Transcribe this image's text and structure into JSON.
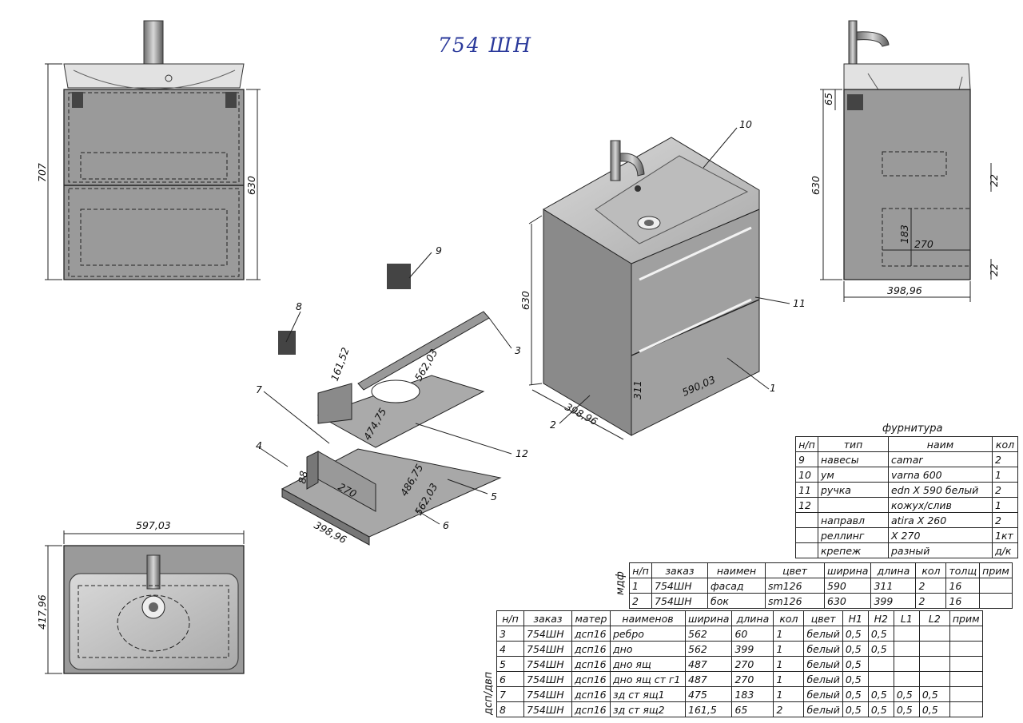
{
  "title": "754 ШН",
  "dimensions": {
    "front_height_total": "707",
    "front_height_body": "630",
    "side_height": "630",
    "side_hinge_offset": "65",
    "side_gap_top": "22",
    "side_gap_bottom": "22",
    "side_drawer_height": "183",
    "side_drawer_depth": "270",
    "side_width": "398,96",
    "iso_height": "630",
    "iso_drawer_height": "311",
    "iso_width": "590,03",
    "iso_depth": "398,96",
    "exp_rib": "562,03",
    "exp_drawer_back": "161,52",
    "exp_drawer_bottom": "474,75",
    "exp_front_wall": "486,75",
    "exp_drawer_depth": "270",
    "exp_small": "88",
    "exp_bottom_width": "562,03",
    "exp_bottom_depth": "398,96",
    "top_width": "597,03",
    "top_depth": "417,96"
  },
  "callouts": [
    "1",
    "2",
    "3",
    "4",
    "6",
    "7",
    "8",
    "9",
    "10",
    "11",
    "12",
    "5"
  ],
  "hardware_table": {
    "caption": "фурнитура",
    "headers": [
      "н/п",
      "тип",
      "наим",
      "кол"
    ],
    "rows": [
      [
        "9",
        "навесы",
        "camar",
        "2"
      ],
      [
        "10",
        "ум",
        "varna 600",
        "1"
      ],
      [
        "11",
        "ручка",
        "edn X 590 белый",
        "2"
      ],
      [
        "12",
        "",
        "кожух/слив",
        "1"
      ],
      [
        "",
        "направл",
        "atira X 260",
        "2"
      ],
      [
        "",
        "реллинг",
        "X 270",
        "1кт"
      ],
      [
        "",
        "крепеж",
        "разный",
        "д/к"
      ]
    ]
  },
  "mdf_table": {
    "side_label": "мдф",
    "headers": [
      "н/п",
      "заказ",
      "наимен",
      "цвет",
      "ширина",
      "длина",
      "кол",
      "толщ",
      "прим"
    ],
    "rows": [
      [
        "1",
        "754ШН",
        "фасад",
        "sm126",
        "590",
        "311",
        "2",
        "16",
        ""
      ],
      [
        "2",
        "754ШН",
        "бок",
        "sm126",
        "630",
        "399",
        "2",
        "16",
        ""
      ]
    ]
  },
  "dsp_table": {
    "side_label": "дсп/двп",
    "headers": [
      "н/п",
      "заказ",
      "матер",
      "наименов",
      "ширина",
      "длина",
      "кол",
      "цвет",
      "H1",
      "H2",
      "L1",
      "L2",
      "прим"
    ],
    "rows": [
      [
        "3",
        "754ШН",
        "дсп16",
        "ребро",
        "562",
        "60",
        "1",
        "белый",
        "0,5",
        "0,5",
        "",
        "",
        ""
      ],
      [
        "4",
        "754ШН",
        "дсп16",
        "дно",
        "562",
        "399",
        "1",
        "белый",
        "0,5",
        "0,5",
        "",
        "",
        ""
      ],
      [
        "5",
        "754ШН",
        "дсп16",
        "дно ящ",
        "487",
        "270",
        "1",
        "белый",
        "0,5",
        "",
        "",
        "",
        ""
      ],
      [
        "6",
        "754ШН",
        "дсп16",
        "дно ящ ст г1",
        "487",
        "270",
        "1",
        "белый",
        "0,5",
        "",
        "",
        "",
        ""
      ],
      [
        "7",
        "754ШН",
        "дсп16",
        "зд ст ящ1",
        "475",
        "183",
        "1",
        "белый",
        "0,5",
        "0,5",
        "0,5",
        "0,5",
        ""
      ],
      [
        "8",
        "754ШН",
        "дсп16",
        "зд ст ящ2",
        "161,5",
        "65",
        "2",
        "белый",
        "0,5",
        "0,5",
        "0,5",
        "0,5",
        ""
      ]
    ]
  }
}
